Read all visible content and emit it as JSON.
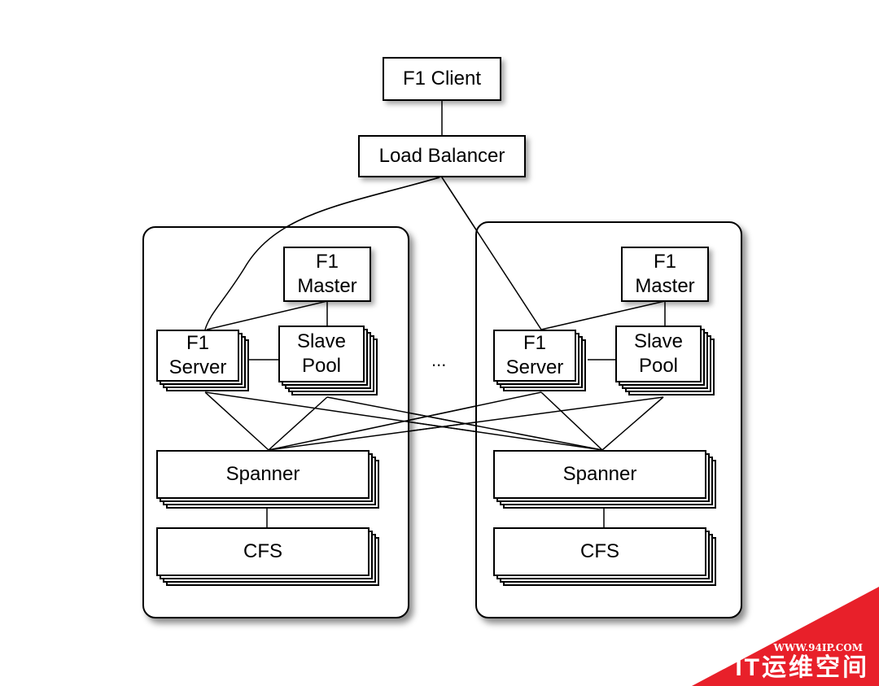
{
  "nodes": {
    "f1_client": "F1 Client",
    "load_balancer": "Load Balancer",
    "ellipsis": "...",
    "datacenters": [
      {
        "f1_master": [
          "F1",
          "Master"
        ],
        "f1_server": [
          "F1",
          "Server"
        ],
        "slave_pool": [
          "Slave",
          "Pool"
        ],
        "spanner": "Spanner",
        "cfs": "CFS"
      },
      {
        "f1_master": [
          "F1",
          "Master"
        ],
        "f1_server": [
          "F1",
          "Server"
        ],
        "slave_pool": [
          "Slave",
          "Pool"
        ],
        "spanner": "Spanner",
        "cfs": "CFS"
      }
    ]
  },
  "watermark": {
    "url": "WWW.94IP.COM",
    "text": "IT运维空间",
    "color": "#e8202a"
  }
}
